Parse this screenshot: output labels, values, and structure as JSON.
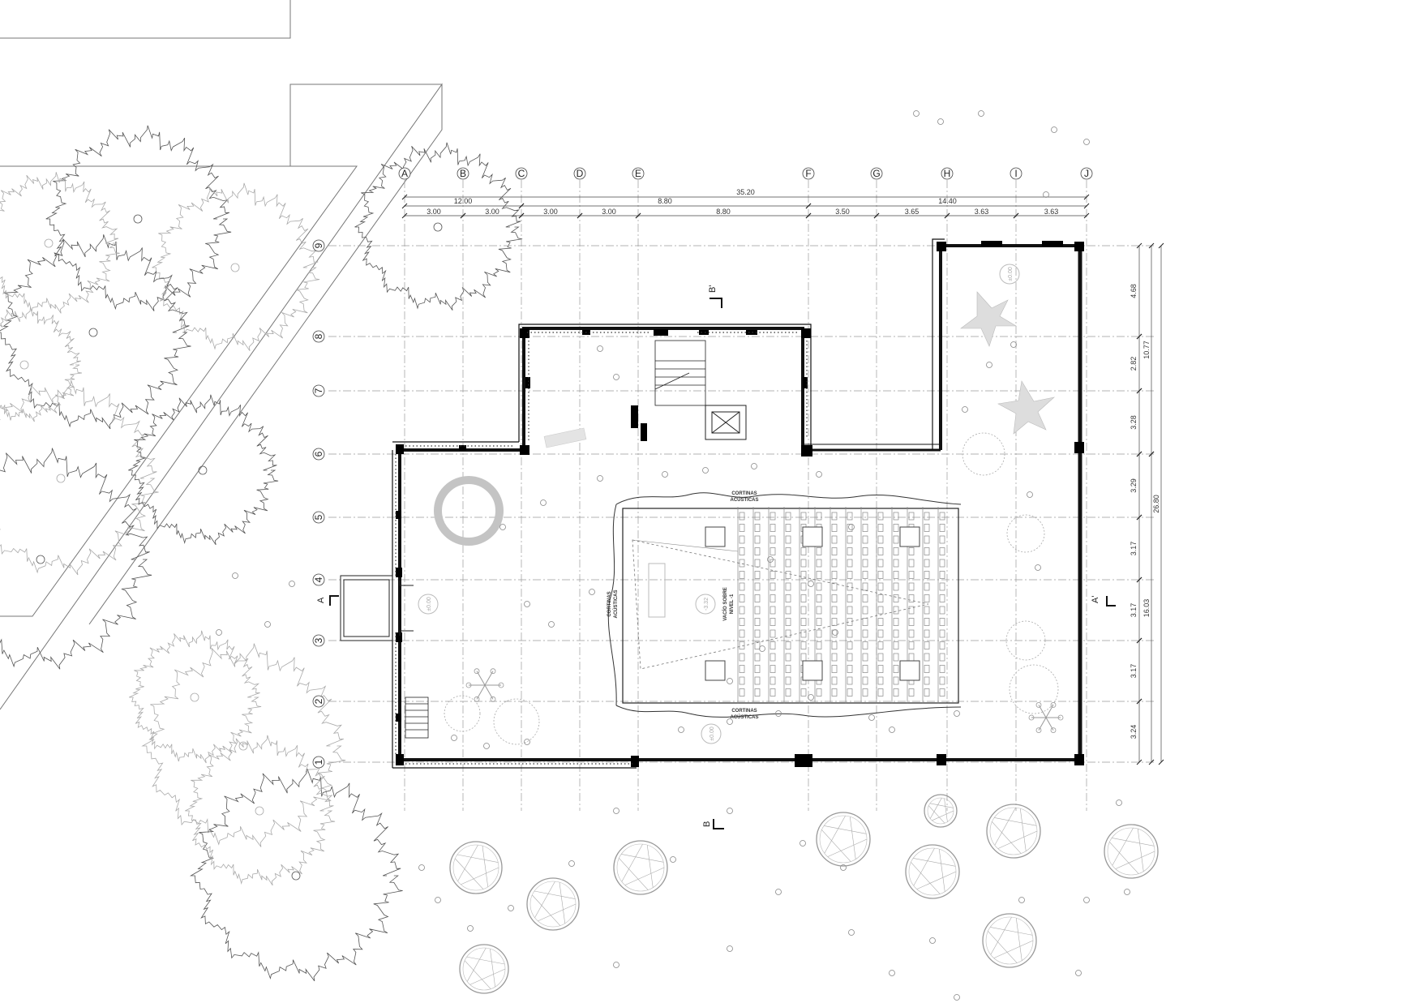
{
  "grid": {
    "columns": [
      "A",
      "B",
      "C",
      "D",
      "E",
      "F",
      "G",
      "H",
      "I",
      "J"
    ],
    "rows": [
      "1",
      "2",
      "3",
      "4",
      "5",
      "6",
      "7",
      "8",
      "9"
    ]
  },
  "dimensions": {
    "overall_width": "35.20",
    "subtotals": [
      "12.00",
      "8.80",
      "14.40"
    ],
    "spans": [
      "3.00",
      "3.00",
      "3.00",
      "3.00",
      "8.80",
      "3.50",
      "3.65",
      "3.63",
      "3.63"
    ],
    "right_spans": [
      "4.68",
      "2.82",
      "3.28",
      "3.29",
      "3.17",
      "3.17",
      "3.17",
      "3.24"
    ],
    "right_subtotals": [
      "10.77",
      "16.03"
    ],
    "right_total": "26.80"
  },
  "annotations": {
    "curtains_top": [
      "CORTINAS",
      "ACÚSTICAS"
    ],
    "curtains_bottom": [
      "CORTINAS",
      "ACÚSTICAS"
    ],
    "curtains_left": [
      "CORTINAS",
      "ACÚSTICAS"
    ],
    "void": [
      "VACÍO SOBRE",
      "NIVEL -1"
    ],
    "void_level": "-3.32",
    "level_main": "±0.00",
    "level_entry": "±0.00",
    "level_north": "±0.00"
  },
  "sections": {
    "a_left": "A",
    "a_right": "A'",
    "b_top": "B'",
    "b_bottom": "B"
  },
  "colors": {
    "wall": "#000000",
    "line": "#222222",
    "grid": "#9a9a9a",
    "tree_dark": "#555555",
    "tree_light": "#aaaaaa",
    "furniture": "#c4c4c4"
  }
}
